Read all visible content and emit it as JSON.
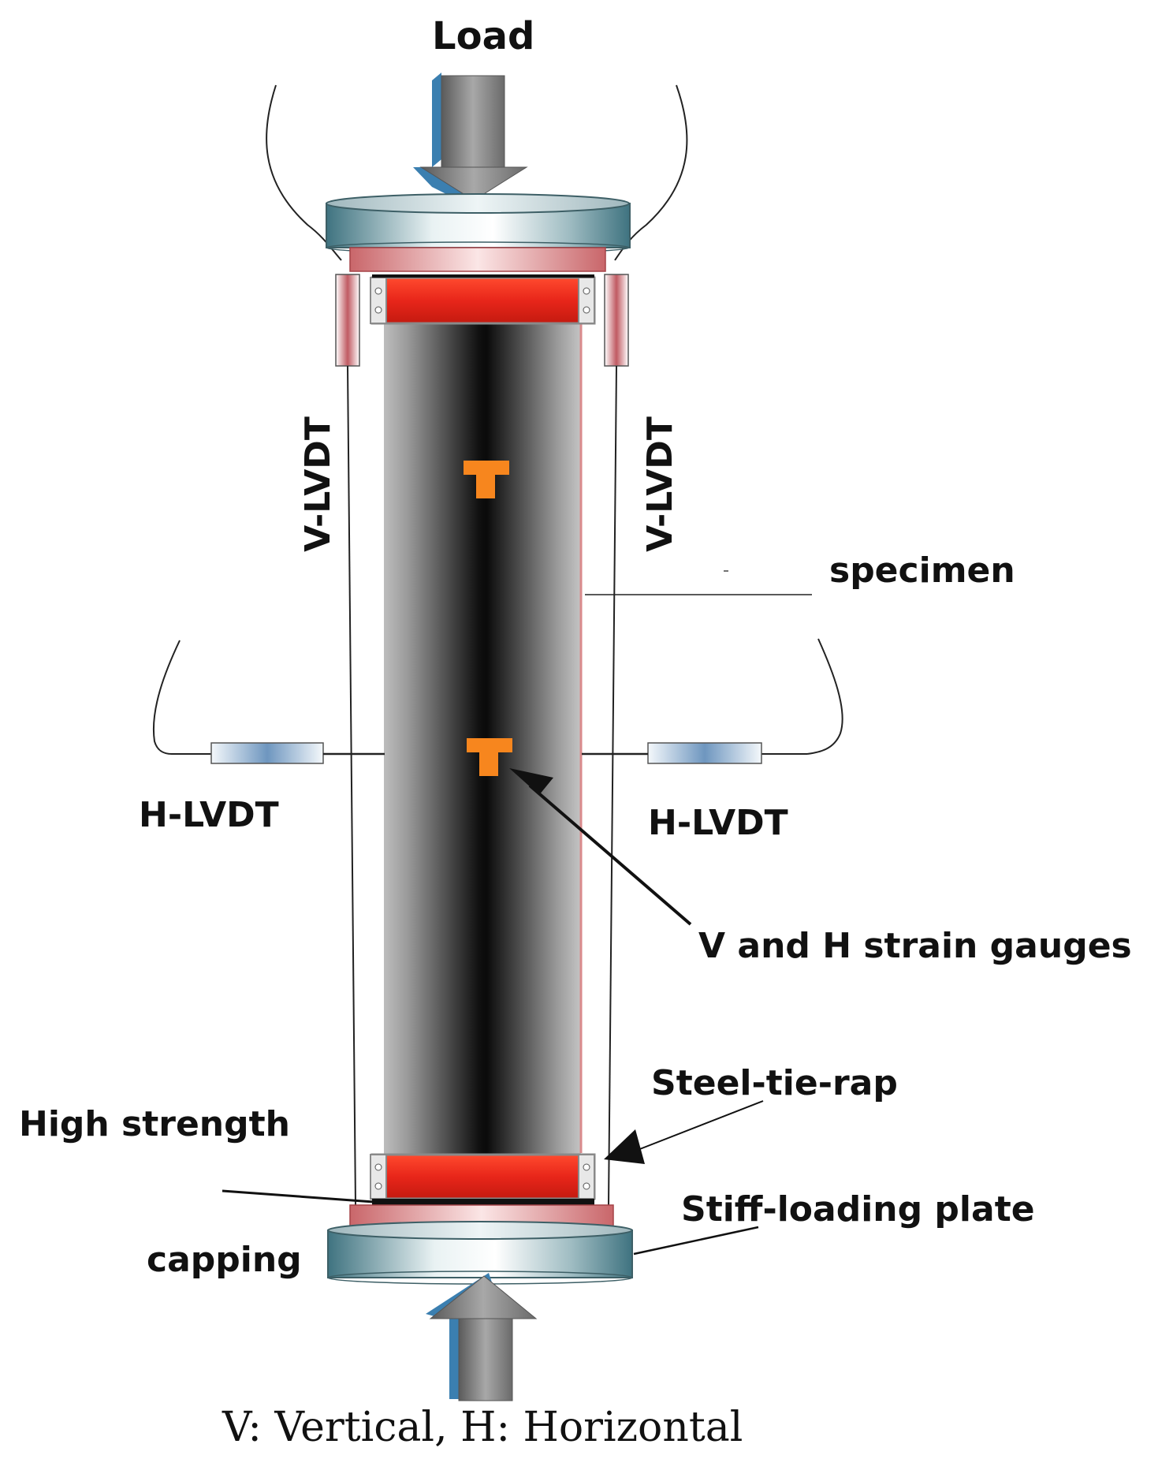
{
  "labels": {
    "load": "Load",
    "v_lvdt_left": "V-LVDT",
    "v_lvdt_right": "V-LVDT",
    "specimen": "specimen",
    "h_lvdt_left": "H-LVDT",
    "h_lvdt_right": "H-LVDT",
    "strain_gauges": "V and H strain gauges",
    "steel_tie_rap": "Steel-tie-rap",
    "high_strength": "High strength",
    "capping": "capping",
    "stiff_loading_plate": "Stiff-loading plate"
  },
  "footer": {
    "legend": "V: Vertical, H: Horizontal"
  },
  "colors": {
    "strap_red": "#e8261a",
    "gauge_orange": "#f7861e",
    "plate_teal": "#5f8f9a",
    "capping_pink": "#d98a8c",
    "arrow_gray": "#7d7d7d",
    "arrow_blue": "#3b7fb0"
  }
}
